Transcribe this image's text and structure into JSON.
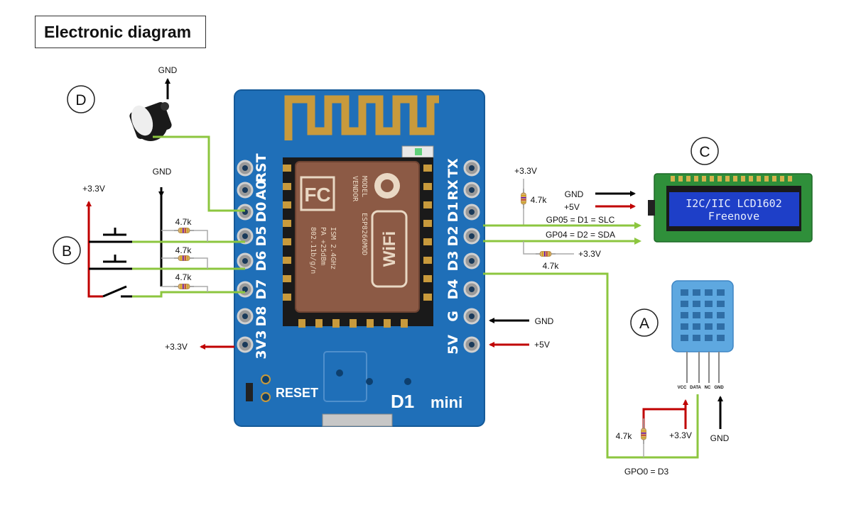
{
  "title": "Electronic diagram",
  "markers": {
    "a": "A",
    "b": "B",
    "c": "C",
    "d": "D"
  },
  "board": {
    "left_pins": [
      "RST",
      "A0",
      "D0",
      "D5",
      "D6",
      "D7",
      "D8",
      "3V3"
    ],
    "right_pins": [
      "TX",
      "RX",
      "D1",
      "D2",
      "D3",
      "D4",
      "G",
      "5V"
    ],
    "reset_label": "RESET",
    "name_d1": "D1",
    "name_mini": "mini",
    "module_lines": [
      "MODEL",
      "VENDOR",
      "ISM 2.4GHz",
      "PA +25dBm",
      "802.11b/g/n",
      "ESP8266MOD"
    ],
    "fc_text": "FC",
    "wifi_text": "WiFi"
  },
  "lcd": {
    "line1": "I2C/IIC LCD1602",
    "line2": "Freenove"
  },
  "sensor": {
    "pins": [
      "VCC",
      "DATA",
      "NC",
      "GND"
    ]
  },
  "labels": {
    "gnd_buzzer": "GND",
    "gnd_buttons": "GND",
    "v33_buttons": "+3.3V",
    "r_b1": "4.7k",
    "r_b2": "4.7k",
    "r_b3": "4.7k",
    "v33_out": "+3.3V",
    "v33_lcd_top": "+3.3V",
    "r_lcd_top": "4.7k",
    "gnd_lcd": "GND",
    "v5_lcd": "+5V",
    "gp05": "GP05 = D1 = SLC",
    "gp04": "GP04 = D2 = SDA",
    "v33_lcd_bottom": "+3.3V",
    "r_lcd_bottom": "4.7k",
    "gnd_g": "GND",
    "v5_5v": "+5V",
    "r_sensor": "4.7k",
    "v33_sensor": "+3.3V",
    "gnd_sensor": "GND",
    "gpo0": "GPO0 = D3"
  },
  "colors": {
    "wire_green": "#8cc63f",
    "wire_red": "#c00000",
    "wire_black": "#000000",
    "board_blue": "#1f6fb8"
  }
}
